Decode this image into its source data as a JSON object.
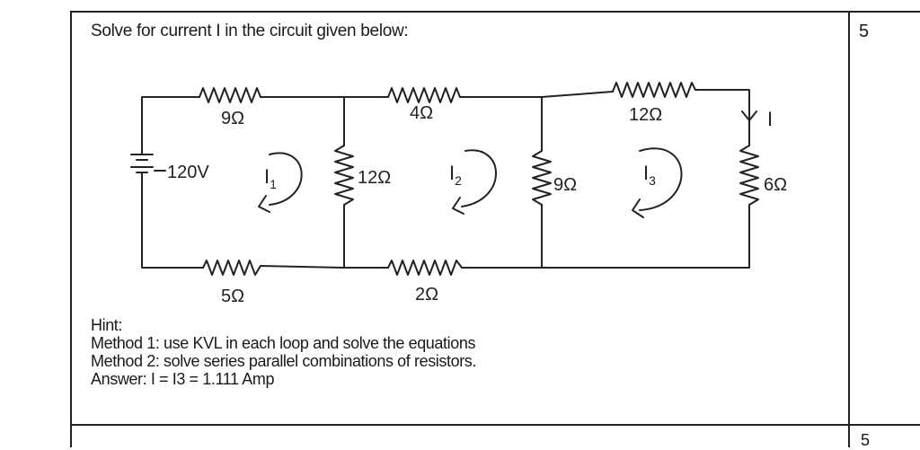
{
  "question": {
    "text": "Solve for current I in the circuit given below:",
    "marks": "5"
  },
  "next_question": {
    "marks": "5"
  },
  "circuit": {
    "battery_label": "120V",
    "resistors": {
      "top1": "9Ω",
      "top2": "4Ω",
      "top3": "12Ω",
      "mid1": "12Ω",
      "mid2": "9Ω",
      "right": "6Ω",
      "bottom1": "5Ω",
      "bottom2": "2Ω"
    },
    "loops": {
      "l1": {
        "main": "I",
        "sub": "1"
      },
      "l2": {
        "main": "I",
        "sub": "2"
      },
      "l3": {
        "main": "I",
        "sub": "3"
      }
    },
    "current_label": "I"
  },
  "hint": {
    "title": "Hint:",
    "method1": "Method 1: use KVL in each loop and solve the equations",
    "method2": "Method 2: solve series parallel combinations of resistors.",
    "answer": "Answer: I = I3 = 1.111 Amp"
  }
}
